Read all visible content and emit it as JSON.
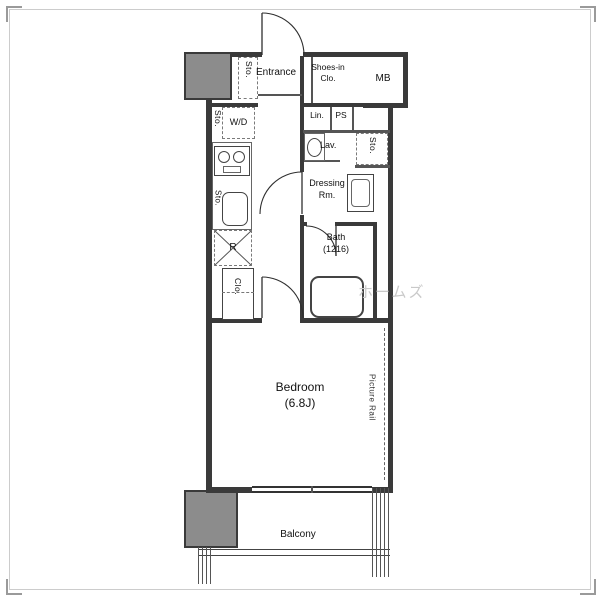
{
  "colors": {
    "wall": "#3a3a3a",
    "pillar": "#8c8c8c",
    "line": "#555555",
    "frame": "#cccccc"
  },
  "rooms": {
    "entrance": "Entrance",
    "storage": "Sto.",
    "shoes_closet_line1": "Shoes-in",
    "shoes_closet_line2": "Clo.",
    "meter_box": "MB",
    "washer_dryer": "W/D",
    "linen": "Lin.",
    "pipe_space": "PS",
    "lavatory": "Lav.",
    "dressing_line1": "Dressing",
    "dressing_line2": "Rm.",
    "bath_line1": "Bath",
    "bath_line2": "(1216)",
    "refrigerator": "R",
    "closet": "Clo.",
    "bedroom_line1": "Bedroom",
    "bedroom_line2": "(6.8J)",
    "picture_rail": "Picture Rail",
    "balcony": "Balcony"
  },
  "watermark": "ホームズ"
}
